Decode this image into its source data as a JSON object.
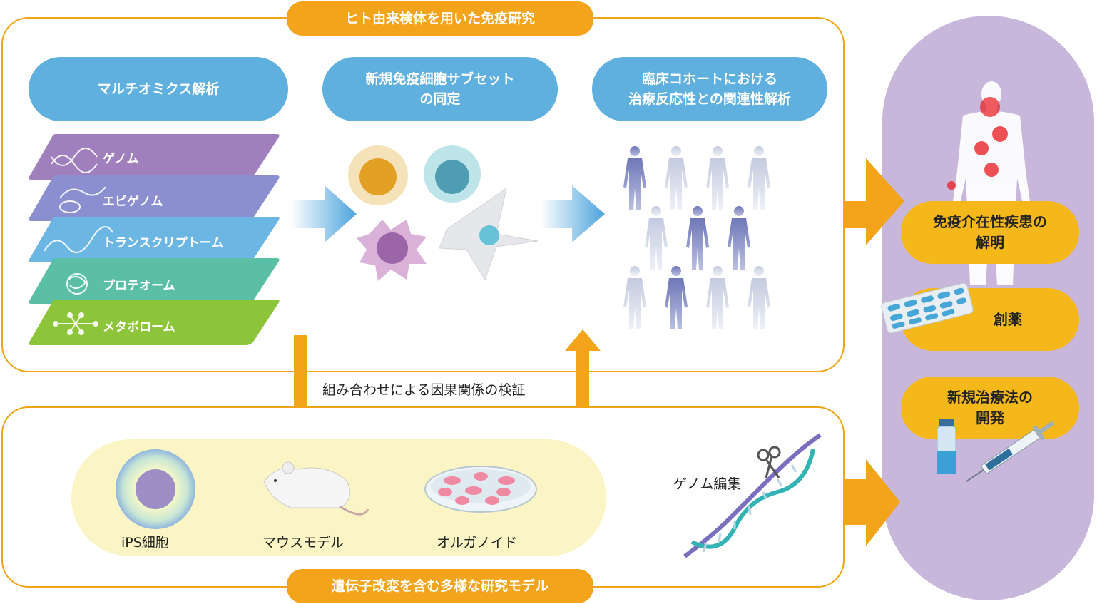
{
  "top_panel": {
    "title": "ヒト由来検体を用いた免疫研究",
    "stages": [
      {
        "label": "マルチオミクス解析"
      },
      {
        "label_line1": "新規免疫細胞サブセット",
        "label_line2": "の同定"
      },
      {
        "label_line1": "臨床コホートにおける",
        "label_line2": "治療反応性との関連性解析"
      }
    ],
    "omics_layers": [
      {
        "label": "ゲノム",
        "color": "#a07fbd"
      },
      {
        "label": "エピゲノム",
        "color": "#8b8fd0"
      },
      {
        "label": "トランスクリプトーム",
        "color": "#6cb6e4"
      },
      {
        "label": "プロテオーム",
        "color": "#5bbfa6"
      },
      {
        "label": "メタボローム",
        "color": "#8cc43a"
      }
    ]
  },
  "middle": {
    "validation_label": "組み合わせによる因果関係の検証"
  },
  "bottom_panel": {
    "title": "遺伝子改変を含む多様な研究モデル",
    "models": [
      "iPS細胞",
      "マウスモデル",
      "オルガノイド"
    ],
    "genome_editing_label": "ゲノム編集"
  },
  "outcomes": [
    {
      "line1": "免疫介在性疾患の",
      "line2": "解明"
    },
    {
      "line1": "創薬",
      "line2": ""
    },
    {
      "line1": "新規治療法の",
      "line2": "開発"
    }
  ],
  "colors": {
    "orange": "#f3a41a",
    "blue_pill": "#5fb0de",
    "purple_bg": "#c8b7da",
    "yellow_bg": "#fbf5c6",
    "outcome_yellow": "#f4b81a"
  }
}
